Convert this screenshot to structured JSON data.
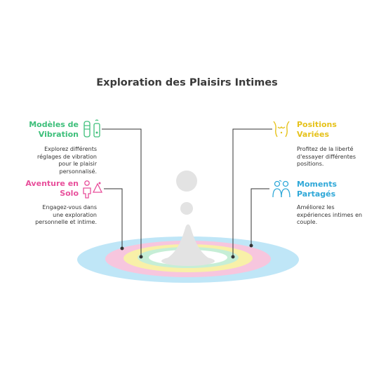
{
  "title": "Exploration des Plaisirs Intimes",
  "items": [
    {
      "label_lines": [
        "Modèles de",
        "Vibration"
      ],
      "color": "#3dbf7a",
      "desc_lines": [
        "Explorez différents",
        "réglages de vibration",
        "pour le plaisir",
        "personnalisé."
      ],
      "icon": "vibrator-icon"
    },
    {
      "label_lines": [
        "Aventure en",
        "Solo"
      ],
      "color": "#e84f9b",
      "desc_lines": [
        "Engagez-vous dans",
        "une exploration",
        "personnelle et intime."
      ],
      "icon": "solo-person-icon"
    },
    {
      "label_lines": [
        "Positions",
        "Variées"
      ],
      "color": "#e6c21a",
      "desc_lines": [
        "Profitez de la liberté",
        "d'essayer différentes",
        "positions."
      ],
      "icon": "torso-icon"
    },
    {
      "label_lines": [
        "Moments",
        "Partagés"
      ],
      "color": "#2fa8d8",
      "desc_lines": [
        "Améliorez les",
        "expériences intimes en",
        "couple."
      ],
      "icon": "couple-icon"
    }
  ],
  "rings": [
    "#bfe6f7",
    "#f7c6de",
    "#f8f0a8",
    "#c6eed6"
  ]
}
